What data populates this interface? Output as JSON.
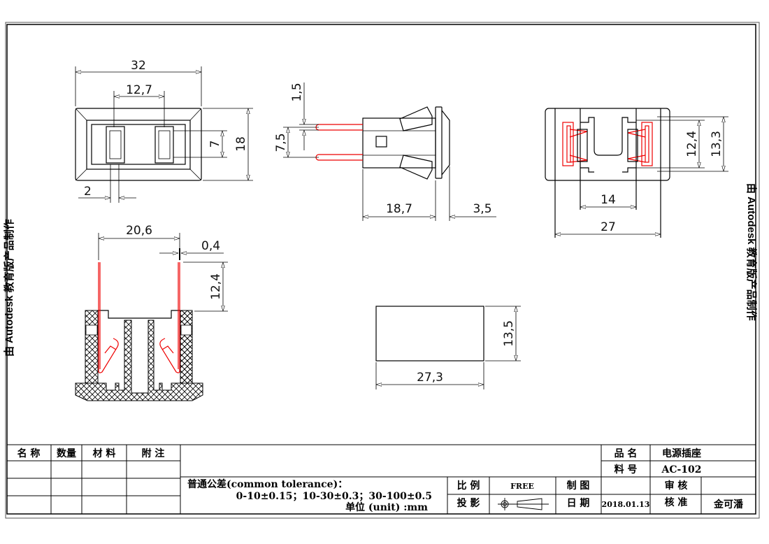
{
  "watermark": "由 Autodesk 教育版产品制作",
  "dimensions": {
    "front_width": "32",
    "front_pin_pitch": "12,7",
    "front_slot_height": "7",
    "front_height": "18",
    "front_wall": "2",
    "side_pin_thickness": "1,5",
    "side_pin_pitch": "7,5",
    "side_body_length": "18,7",
    "side_flange": "3,5",
    "rear_inner_height": "12,4",
    "rear_height": "13,3",
    "rear_inner_width": "14",
    "rear_width": "27",
    "section_pin_span": "20,6",
    "section_pin_thickness": "0,4",
    "section_pin_length": "12,4",
    "cutout_height": "13,5",
    "cutout_width": "27,3"
  },
  "title_block": {
    "headers": [
      "名 称",
      "数量",
      "材 料",
      "附 注"
    ],
    "tolerance_line1": "普通公差(common tolerance)：",
    "tolerance_line2": "0-10±0.15；10-30±0.3；30-100±0.5",
    "tolerance_line3": "单位 (unit) :mm",
    "product_name_label": "品 名",
    "product_name": "电源插座",
    "part_no_label": "料 号",
    "part_no": "AC-102",
    "scale_label": "比 例",
    "scale": "FREE",
    "drawn_label": "制 图",
    "drawn": "",
    "review_label": "审 核",
    "review": "",
    "projection_label": "投 影",
    "date_label": "日 期",
    "date": "2018.01.13",
    "approve_label": "核 准",
    "approver": "金可潘"
  }
}
